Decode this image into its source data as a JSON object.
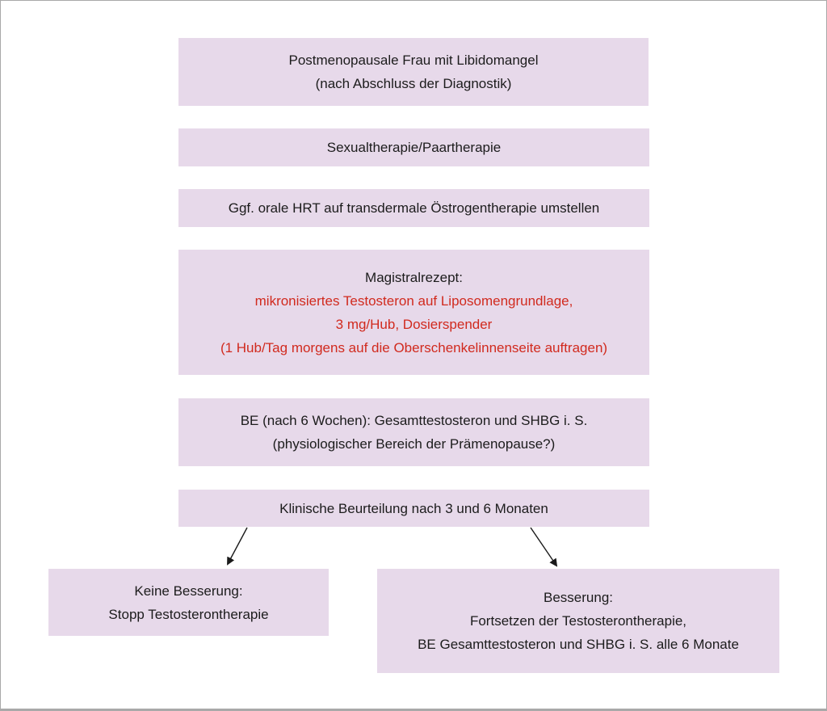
{
  "boxes": {
    "start": {
      "line1": "Postmenopausale Frau mit Libidomangel",
      "line2": "(nach Abschluss der Diagnostik)"
    },
    "therapy": {
      "line1": "Sexualtherapie/Paartherapie"
    },
    "hrt": {
      "line1": "Ggf. orale HRT auf transdermale Östrogentherapie umstellen"
    },
    "prescription": {
      "line1": "Magistralrezept:",
      "line2": "mikronisiertes Testosteron auf Liposomengrundlage,",
      "line3": "3 mg/Hub, Dosierspender",
      "line4": "(1 Hub/Tag morgens auf die Oberschenkelinnenseite auftragen)"
    },
    "blood_test": {
      "line1": "BE (nach 6 Wochen): Gesamttestosteron und SHBG i. S.",
      "line2": "(physiologischer Bereich der Prämenopause?)"
    },
    "assessment": {
      "line1": "Klinische Beurteilung nach 3 und 6 Monaten"
    },
    "no_improvement": {
      "line1": "Keine Besserung:",
      "line2": "Stopp Testosterontherapie"
    },
    "improvement": {
      "line1": "Besserung:",
      "line2": "Fortsetzen der Testosterontherapie,",
      "line3": "BE Gesamttestosteron und SHBG i. S. alle 6 Monate"
    }
  },
  "colors": {
    "box_fill": "#e7d9ea",
    "text": "#1c1c1c",
    "highlight_text": "#d12a1e",
    "arrow": "#1a1a1a"
  }
}
